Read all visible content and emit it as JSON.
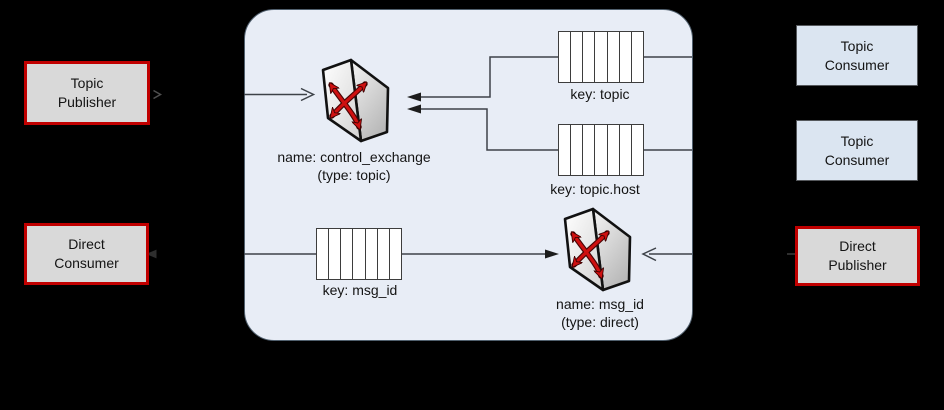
{
  "diagram_title": "rpc-message-flow",
  "nodes": {
    "topic_publisher": {
      "line1": "Topic",
      "line2": "Publisher"
    },
    "direct_consumer": {
      "line1": "Direct",
      "line2": "Consumer"
    },
    "topic_consumer_1": {
      "line1": "Topic",
      "line2": "Consumer"
    },
    "topic_consumer_2": {
      "line1": "Topic",
      "line2": "Consumer"
    },
    "direct_publisher": {
      "line1": "Direct",
      "line2": "Publisher"
    }
  },
  "queues": [
    {
      "label": "key: topic",
      "cells": 7
    },
    {
      "label": "key: topic.host",
      "cells": 7
    },
    {
      "label": "key: msg_id",
      "cells": 7
    }
  ],
  "exchanges": [
    {
      "name": "name: control_exchange",
      "type": "(type: topic)"
    },
    {
      "name": "name: msg_id",
      "type": "(type: direct)"
    }
  ],
  "colors": {
    "background": "#000000",
    "panel_fill": "#e8edf6",
    "panel_border": "#51606e",
    "publisher_consumer_red_border": "#c00000",
    "publisher_consumer_gray_fill": "#d9d9d9",
    "topic_consumer_blue_fill": "#dbe5f1",
    "wire": "#3d4248",
    "exchange_arrow_red": "#cf1010"
  }
}
